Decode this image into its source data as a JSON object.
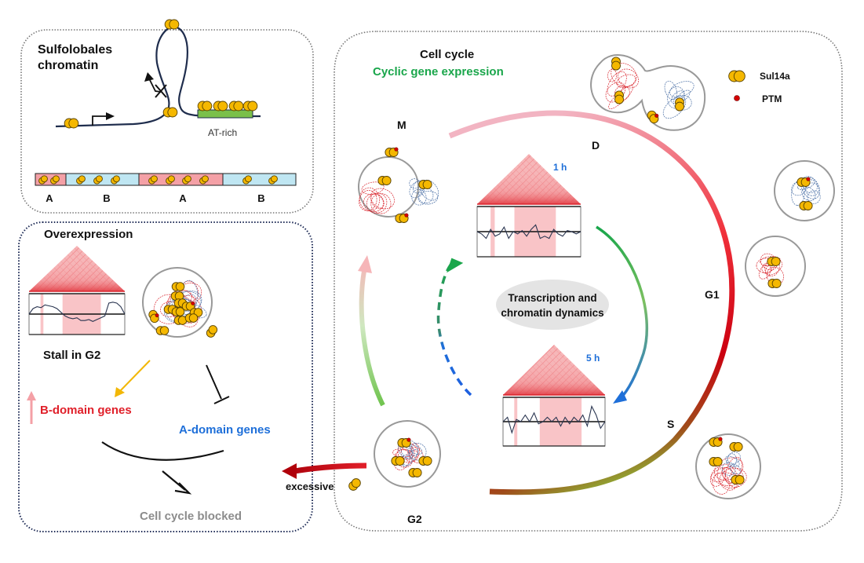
{
  "colors": {
    "sul14a_fill": "#f5b800",
    "sul14a_stroke": "#5a4400",
    "ptm": "#d40000",
    "dna": "#1f2d4d",
    "domain_a": "#f4a0a6",
    "domain_b": "#bfe6f2",
    "at_rich": "#7ac04a",
    "a_genes": "#1e6fd9",
    "b_genes": "#e0202a",
    "cyclic_green": "#1aa64b",
    "time_blue": "#1e6fd9",
    "blocked_gray": "#8c8c8c",
    "hic_red": "#ef5a5f",
    "excessive_arrow": "#c0000a",
    "up_arrow": "#f4a0a6",
    "yellow_arrow": "#f2b705"
  },
  "panel_chromatin": {
    "title_line1": "Sulfolobales",
    "title_line2": "chromatin",
    "at_rich_label": "AT-rich",
    "domains": [
      {
        "label": "A",
        "type": "A"
      },
      {
        "label": "B",
        "type": "B"
      },
      {
        "label": "A",
        "type": "A"
      },
      {
        "label": "B",
        "type": "B"
      }
    ]
  },
  "panel_overexpression": {
    "title": "Overexpression",
    "stall_label": "Stall in G2",
    "b_genes_label": "B-domain genes",
    "a_genes_label": "A-domain genes",
    "blocked_label": "Cell cycle blocked",
    "excessive_label": "excessive"
  },
  "panel_cell_cycle": {
    "title": "Cell cycle",
    "subtitle": "Cyclic gene expression",
    "phases": {
      "m": "M",
      "d": "D",
      "g1": "G1",
      "s": "S",
      "g2": "G2"
    },
    "center_label_line1": "Transcription and",
    "center_label_line2": "chromatin dynamics",
    "time_1": "1 h",
    "time_2": "5 h"
  },
  "legend": {
    "sul14a": "Sul14a",
    "ptm": "PTM"
  }
}
